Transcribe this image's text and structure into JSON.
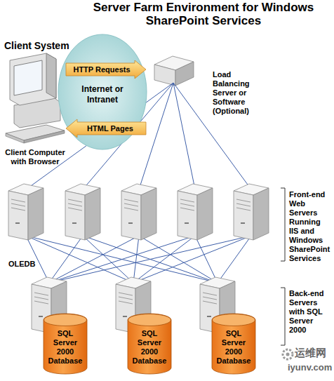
{
  "diagram": {
    "title": "Server Farm Environment for Windows SharePoint Services",
    "nodes": [
      {
        "text": [
          "Internet or Intranet"
        ]
      },
      {
        "text": [
          "HTTP Requests"
        ],
        "in": 0
      },
      {
        "text": [
          "HTML Pages"
        ],
        "in": 0
      },
      {
        "text": [
          "SQL Server 2000 Database"
        ]
      },
      {
        "text": [
          "SQL Server 2000 Database"
        ]
      },
      {
        "text": [
          "SQL Server 2000 Database"
        ]
      }
    ],
    "labels": [
      "Client System",
      "Client Computer with Browser",
      "Load Balancing Server or Software (Optional)",
      "Front-end Web Servers Running IIS and Windows SharePoint Services",
      "OLEDB",
      "Back-end Servers with SQL Server 2000",
      "运维网",
      "iyunv.com"
    ]
  }
}
